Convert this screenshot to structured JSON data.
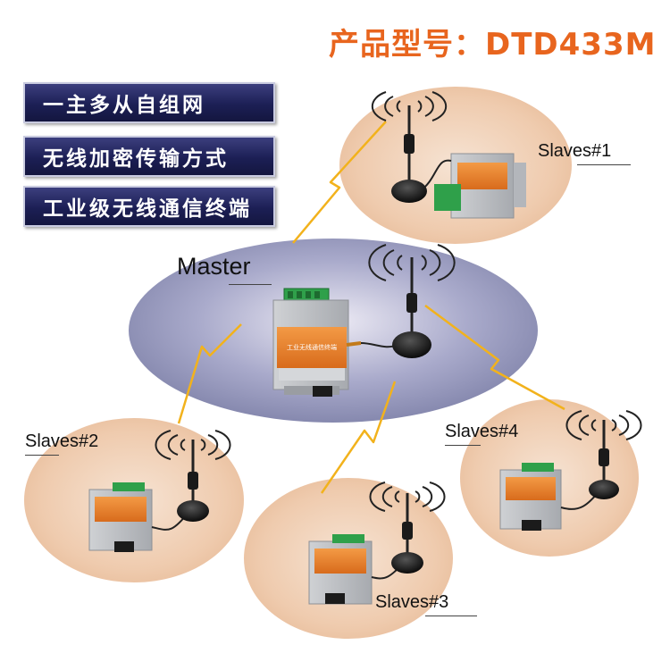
{
  "title": "产品型号：DTD433M",
  "features": [
    "一主多从自组网",
    "无线加密传输方式",
    "工业级无线通信终端"
  ],
  "nodes": {
    "master": "Master",
    "slave1": "Slaves#1",
    "slave2": "Slaves#2",
    "slave3": "Slaves#3",
    "slave4": "Slaves#4"
  },
  "device_label": "工业无线通信终端",
  "colors": {
    "title": "#e8651e",
    "feature_bg": "#1c1f55",
    "master_zone": "#8487ad",
    "slave_zone": "#edc6a8",
    "link": "#f2b21c",
    "device_orange": "#e8812e",
    "terminal_green": "#2fa04a"
  }
}
